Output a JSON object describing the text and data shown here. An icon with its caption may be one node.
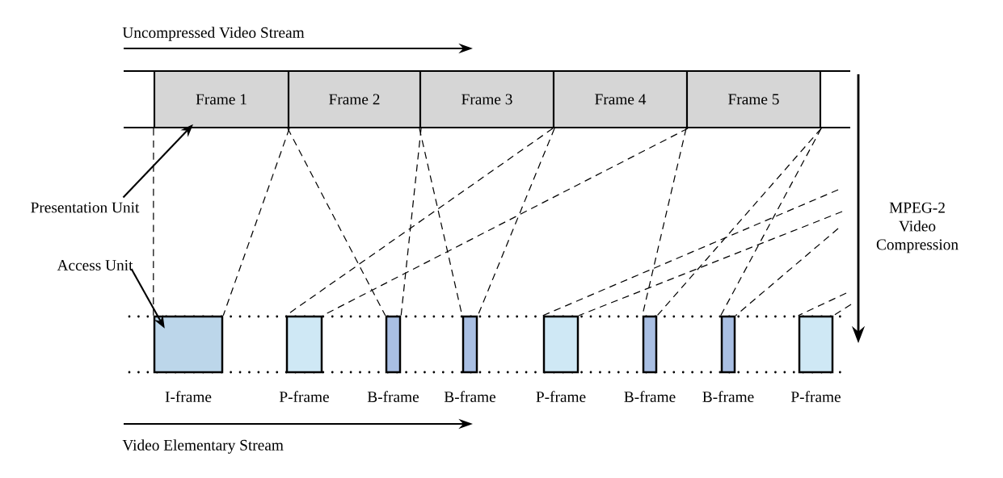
{
  "diagram": {
    "nodes": [
      {
        "text": [
          "Frame 1"
        ]
      },
      {
        "text": [
          "Frame 2"
        ]
      },
      {
        "text": [
          "Frame 3"
        ]
      },
      {
        "text": [
          "Frame 4"
        ]
      },
      {
        "text": [
          "Frame 5"
        ]
      },
      {
        "text": [],
        "shape": "box",
        "beside": [
          "I-frame"
        ]
      },
      {
        "text": [],
        "shape": "box",
        "beside": [
          "P-frame"
        ]
      },
      {
        "text": [],
        "shape": "box",
        "beside": [
          "B-frame"
        ]
      },
      {
        "text": [],
        "shape": "box",
        "beside": [
          "B-frame"
        ]
      },
      {
        "text": [],
        "shape": "box",
        "beside": [
          "P-frame"
        ]
      },
      {
        "text": [],
        "shape": "box",
        "beside": [
          "B-frame"
        ]
      },
      {
        "text": [],
        "shape": "box",
        "beside": [
          "B-frame"
        ]
      },
      {
        "text": [],
        "shape": "box",
        "beside": [
          "P-frame"
        ]
      },
      {
        "text": [
          "Presentation Unit"
        ]
      },
      {
        "text": [
          "Access Unit"
        ]
      }
    ],
    "edges": [
      {
        "from": 13,
        "to": 0,
        "arrow": "to"
      },
      {
        "from": 14,
        "to": 5,
        "arrow": "to"
      },
      {
        "from": 0,
        "to": 5,
        "arrow": "none",
        "style": "dashed"
      },
      {
        "from": 3,
        "to": 6,
        "arrow": "none",
        "style": "dashed"
      },
      {
        "from": 1,
        "to": 7,
        "arrow": "none",
        "style": "dashed"
      },
      {
        "from": 2,
        "to": 8,
        "arrow": "none",
        "style": "dashed"
      },
      {
        "from": null,
        "to": 9,
        "arrow": "none",
        "style": "dashed"
      },
      {
        "from": 4,
        "to": 10,
        "arrow": "none",
        "style": "dashed"
      },
      {
        "from": 4,
        "to": 11,
        "arrow": "none",
        "style": "dashed"
      },
      {
        "from": null,
        "to": 12,
        "arrow": "none",
        "style": "dashed"
      }
    ],
    "labels": [
      "Uncompressed Video Stream",
      "MPEG-2 Video Compression",
      "Video Elementary Stream"
    ]
  }
}
